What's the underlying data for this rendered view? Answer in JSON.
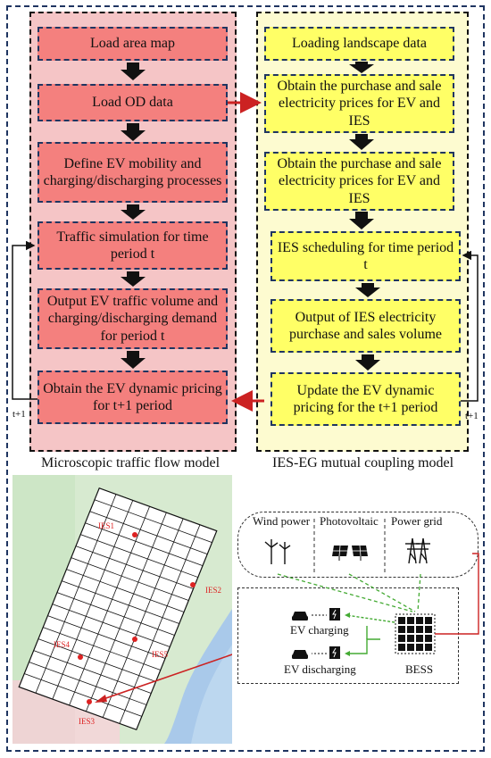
{
  "left_flow": {
    "steps": [
      "Load area map",
      "Load OD data",
      "Define EV mobility and charging/discharging processes",
      "Traffic simulation for time period t",
      "Output EV traffic volume and charging/discharging demand for  period t",
      "Obtain the EV dynamic pricing for  t+1 period"
    ],
    "caption": "Microscopic traffic flow model",
    "loop_label": "t+1"
  },
  "right_flow": {
    "steps": [
      "Loading landscape data",
      "Obtain the purchase and sale electricity prices for EV and IES",
      "Obtain the purchase and sale electricity prices for EV and IES",
      "IES scheduling for time period t",
      "Output of IES electricity purchase and sales volume",
      "Update the EV dynamic pricing for the t+1 period"
    ],
    "caption": "IES-EG mutual coupling model",
    "loop_label": "t+1"
  },
  "map": {
    "labels": [
      "IES1",
      "IES2",
      "IES3",
      "IES4",
      "IES5"
    ]
  },
  "sources": {
    "items": [
      "Wind power",
      "Photovoltaic",
      "Power grid"
    ]
  },
  "storage": {
    "ev_charging": "EV charging",
    "ev_discharging": "EV discharging",
    "bess": "BESS"
  },
  "colors": {
    "left_panel": "#f5c5c6",
    "left_step": "#f4807e",
    "right_panel": "#fdfbd0",
    "right_step": "#ffff66",
    "border_blue": "#1f3561",
    "map_green": "#cfe7c8",
    "link_red": "#cc2222",
    "link_green": "#44aa33"
  }
}
